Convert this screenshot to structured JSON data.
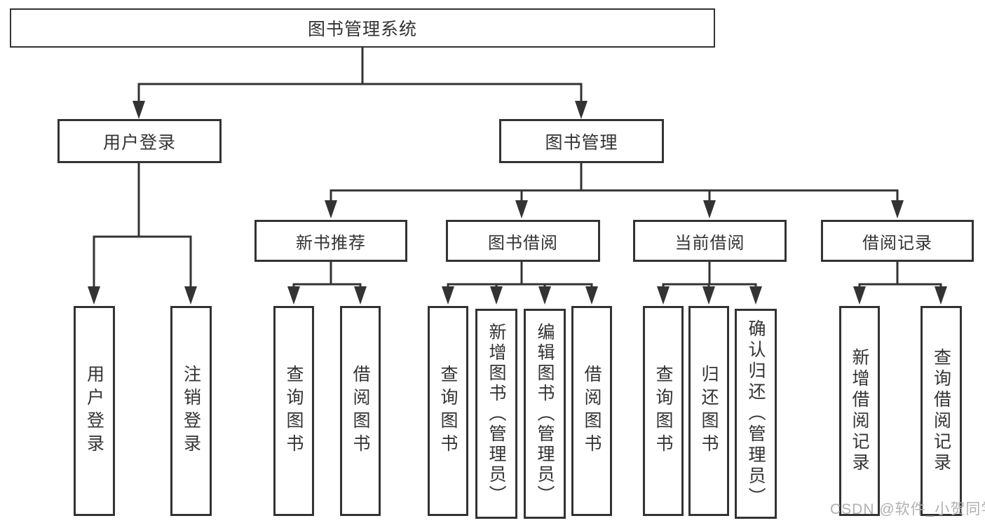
{
  "diagram": {
    "title": "图书管理系统",
    "level2": [
      {
        "label": "用户登录"
      },
      {
        "label": "图书管理"
      }
    ],
    "level3": [
      {
        "label": "新书推荐"
      },
      {
        "label": "图书借阅"
      },
      {
        "label": "当前借阅"
      },
      {
        "label": "借阅记录"
      }
    ],
    "leaves": {
      "login": [
        "用户登录",
        "注销登录"
      ],
      "recommend": [
        "查询图书",
        "借阅图书"
      ],
      "borrow": [
        "查询图书",
        "新增图书（管理员）",
        "编辑图书（管理员）",
        "借阅图书"
      ],
      "current": [
        "查询图书",
        "归还图书",
        "确认归还（管理员）"
      ],
      "records": [
        "新增借阅记录",
        "查询借阅记录"
      ]
    }
  },
  "colors": {
    "line": "#333333",
    "text": "#333333",
    "background": "#ffffff",
    "watermark": "#b0b0b0"
  },
  "watermark": {
    "text": "CSDN @软件_小贺同学"
  }
}
